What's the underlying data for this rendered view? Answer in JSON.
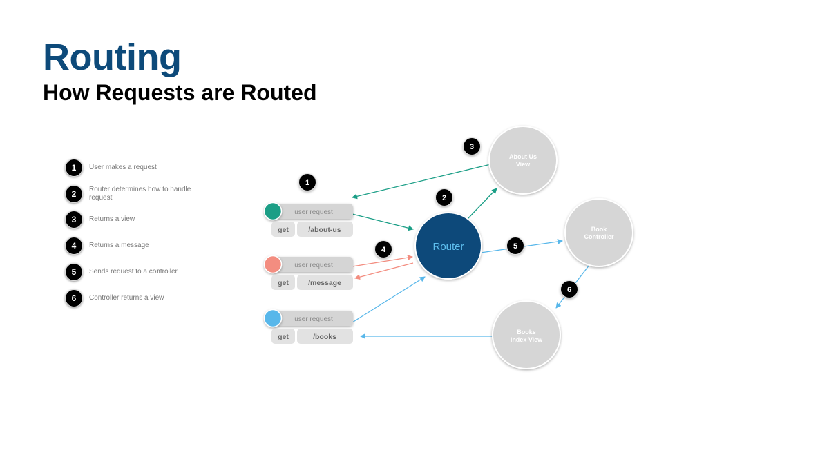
{
  "header": {
    "title": "Routing",
    "subtitle": "How Requests are Routed"
  },
  "legend": [
    {
      "num": "1",
      "text": "User makes a request"
    },
    {
      "num": "2",
      "text": "Router determines how to handle request"
    },
    {
      "num": "3",
      "text": "Returns a view"
    },
    {
      "num": "4",
      "text": "Returns a message"
    },
    {
      "num": "5",
      "text": "Sends request to a controller"
    },
    {
      "num": "6",
      "text": "Controller returns a view"
    }
  ],
  "requests": [
    {
      "label": "user request",
      "method": "get",
      "path": "/about-us",
      "color": "#1a9e86"
    },
    {
      "label": "user request",
      "method": "get",
      "path": "/message",
      "color": "#f38d80"
    },
    {
      "label": "user request",
      "method": "get",
      "path": "/books",
      "color": "#58b7ea"
    }
  ],
  "nodes": {
    "router": "Router",
    "about_us_line1": "About Us",
    "about_us_line2": "View",
    "book_controller_line1": "Book",
    "book_controller_line2": "Controller",
    "books_index_line1": "Books",
    "books_index_line2": "Index View"
  },
  "step_badges": [
    "1",
    "2",
    "3",
    "4",
    "5",
    "6"
  ],
  "colors": {
    "title": "#0d4a7a",
    "router": "#0d4a7a",
    "router_text": "#5fc0f0",
    "node_gray": "#d6d6d6",
    "arrow_green": "#1a9e86",
    "arrow_red": "#f38d80",
    "arrow_blue": "#58b7ea"
  }
}
